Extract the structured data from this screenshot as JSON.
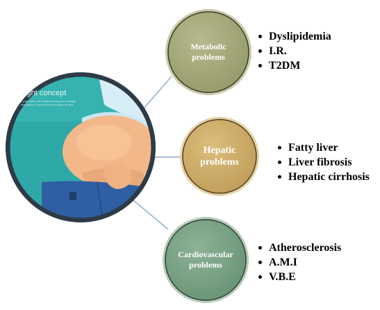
{
  "illustration": {
    "title": "eight concept",
    "body_text": "Lorem add more details about your message this space. If you need more space for text"
  },
  "nodes": [
    {
      "id": "metabolic",
      "label_lines": [
        "Metabolic",
        "problems"
      ],
      "color": "#a7ab7c",
      "ring": "#c9cba8",
      "items": [
        "Dyslipidemia",
        "I.R.",
        "T2DM"
      ]
    },
    {
      "id": "hepatic",
      "label_lines": [
        "Hepatic",
        "problems"
      ],
      "color": "#d2b16f",
      "ring": "#e6d2a6",
      "items": [
        "Fatty liver",
        "Liver fibrosis",
        "Hepatic cirrhosis"
      ]
    },
    {
      "id": "cardiovascular",
      "label_lines": [
        "Cardiovascular",
        "problems"
      ],
      "color": "#7ea588",
      "ring": "#b7cdbb",
      "items": [
        "Atherosclerosis",
        "A.M.I",
        "V.B.E"
      ]
    }
  ],
  "colors": {
    "connector": "#a9bcd4",
    "center_ring": "#2d3b47",
    "teal": "#2fa9a7",
    "skin": "#f3b88a",
    "shirt": "#d8eef6",
    "jeans": "#2f5fa3"
  }
}
